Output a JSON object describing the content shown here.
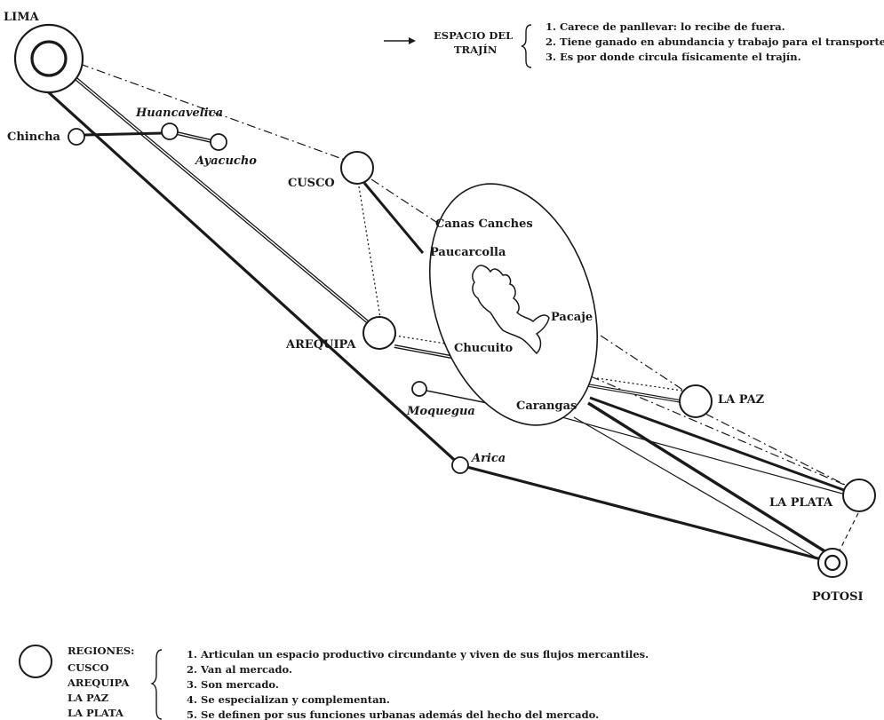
{
  "cities": {
    "lima": "LIMA",
    "chincha": "Chincha",
    "huancavelica": "Huancavelica",
    "ayacucho": "Ayacucho",
    "cusco": "CUSCO",
    "arequipa": "AREQUIPA",
    "moquegua": "Moquegua",
    "arica": "Arica",
    "la_paz": "LA PAZ",
    "la_plata": "LA PLATA",
    "potosi": "POTOSI"
  },
  "trajin_zone": {
    "canas_canches": "Canas Canches",
    "paucarcolla": "Paucarcolla",
    "pacaje": "Pacaje",
    "chucuito": "Chucuito",
    "carangas": "Carangas"
  },
  "legend_top": {
    "title_line1": "ESPACIO DEL",
    "title_line2": "TRAJÍN",
    "items": [
      "1. Carece de panllevar: lo recibe de fuera.",
      "2. Tiene ganado en abundancia y trabajo para el transporte.",
      "3. Es por donde circula físicamente el trajín."
    ]
  },
  "legend_bottom": {
    "heading": "REGIONES:",
    "regions": [
      "CUSCO",
      "AREQUIPA",
      "LA PAZ",
      "LA PLATA"
    ],
    "items": [
      "1. Articulan un espacio productivo circundante y viven de sus flujos mercantiles.",
      "2. Van al mercado.",
      "3. Son mercado.",
      "4. Se especializan y complementan.",
      "5. Se definen por sus funciones urbanas además del hecho del mercado."
    ]
  }
}
